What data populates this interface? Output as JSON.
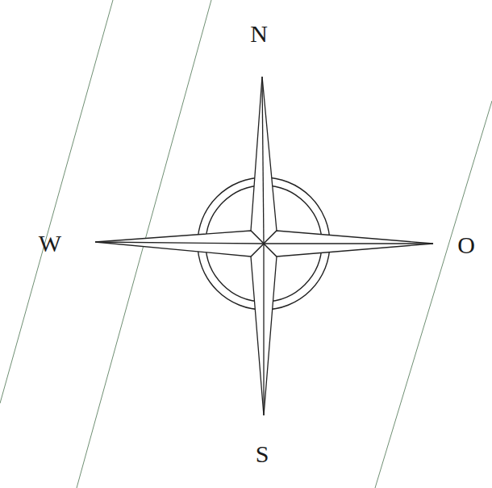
{
  "diagram": {
    "labels": [
      "N",
      "W",
      "O",
      "S"
    ]
  }
}
